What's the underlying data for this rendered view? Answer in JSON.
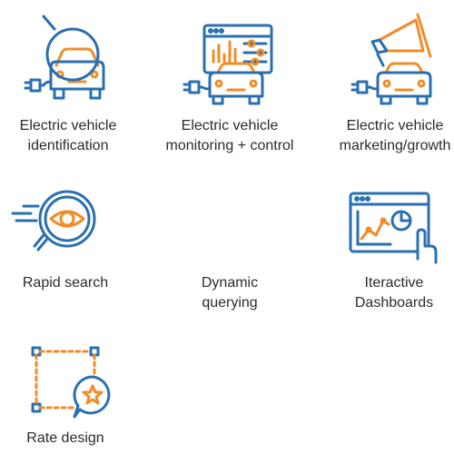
{
  "colors": {
    "blue": "#2a6fb0",
    "orange": "#f28c28",
    "text": "#2b2b2b"
  },
  "tiles": [
    {
      "icon": "ev-identification-icon",
      "lines": [
        "Electric vehicle",
        "identification"
      ]
    },
    {
      "icon": "ev-monitoring-icon",
      "lines": [
        "Electric vehicle",
        "monitoring + control"
      ]
    },
    {
      "icon": "ev-marketing-icon",
      "lines": [
        "Electric vehicle",
        "marketing/growth"
      ]
    },
    {
      "icon": "rapid-search-icon",
      "lines": [
        "Rapid search"
      ]
    },
    {
      "icon": "dynamic-querying-icon",
      "lines": [
        "Dynamic",
        "querying"
      ]
    },
    {
      "icon": "interactive-dashboards-icon",
      "lines": [
        "Iteractive",
        "Dashboards"
      ]
    },
    {
      "icon": "rate-design-icon",
      "lines": [
        "Rate design"
      ]
    }
  ]
}
